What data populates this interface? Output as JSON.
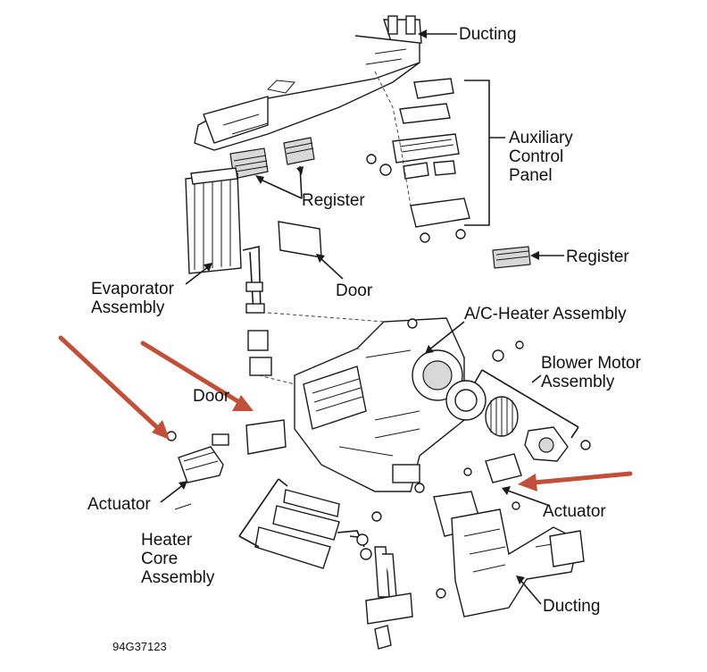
{
  "labels": {
    "ducting_top": "Ducting",
    "aux_panel": [
      "Auxiliary",
      "Control",
      "Panel"
    ],
    "register_mid": "Register",
    "register_right": "Register",
    "evaporator": [
      "Evaporator",
      "Assembly"
    ],
    "door_upper": "Door",
    "ac_heater": "A/C-Heater Assembly",
    "blower_motor": [
      "Blower Motor",
      "Assembly"
    ],
    "door_lower": "Door",
    "actuator_left": "Actuator",
    "actuator_right": "Actuator",
    "heater_core": [
      "Heater",
      "Core",
      "Assembly"
    ],
    "ducting_bottom": "Ducting",
    "figure_code": "94G37123"
  },
  "colors": {
    "annotation_arrow": "#c0503a",
    "line_art": "#1a1a1a",
    "background": "#ffffff"
  }
}
